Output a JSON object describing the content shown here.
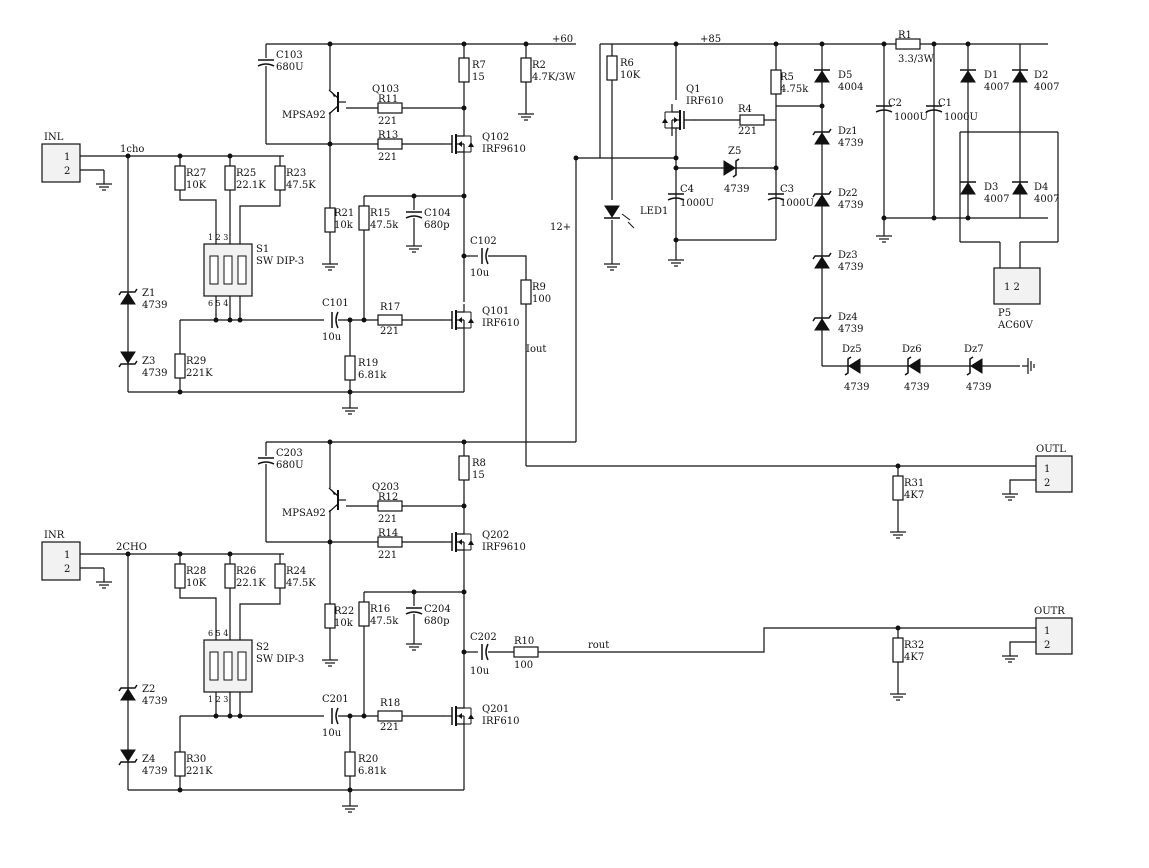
{
  "rails": {
    "v60": "+60",
    "v85": "+85",
    "v12": "12+"
  },
  "connectors": {
    "inl": {
      "label": "INL",
      "pin1": "1",
      "pin2": "2"
    },
    "inr": {
      "label": "INR",
      "pin1": "1",
      "pin2": "2"
    },
    "outl": {
      "label": "OUTL",
      "pin1": "1",
      "pin2": "2"
    },
    "outr": {
      "label": "OUTR",
      "pin1": "1",
      "pin2": "2"
    },
    "p5": {
      "label": "P5",
      "value": "AC60V",
      "pins": "1  2"
    }
  },
  "nets": {
    "ch1": "1cho",
    "ch2": "2CHO",
    "iout": "Iout",
    "rout": "rout"
  },
  "left": {
    "c103": {
      "name": "C103",
      "value": "680U"
    },
    "q103": {
      "name": "Q103",
      "value": "MPSA92"
    },
    "r11": {
      "name": "R11",
      "value": "221"
    },
    "r13": {
      "name": "R13",
      "value": "221"
    },
    "q102": {
      "name": "Q102",
      "value": "IRF9610"
    },
    "r7": {
      "name": "R7",
      "value": "15"
    },
    "r2": {
      "name": "R2",
      "value": "4.7K/3W"
    },
    "r27": {
      "name": "R27",
      "value": "10K"
    },
    "r25": {
      "name": "R25",
      "value": "22.1K"
    },
    "r23": {
      "name": "R23",
      "value": "47.5K"
    },
    "s1": {
      "name": "S1",
      "value": "SW DIP-3",
      "top": "1 2 3",
      "bottom": "6 5 4"
    },
    "r21": {
      "name": "R21",
      "value": "10k"
    },
    "r15": {
      "name": "R15",
      "value": "47.5k"
    },
    "c104": {
      "name": "C104",
      "value": "680p"
    },
    "c102": {
      "name": "C102",
      "value": "10u"
    },
    "r9": {
      "name": "R9",
      "value": "100"
    },
    "c101": {
      "name": "C101",
      "value": "10u"
    },
    "r17": {
      "name": "R17",
      "value": "221"
    },
    "q101": {
      "name": "Q101",
      "value": "IRF610"
    },
    "z1": {
      "name": "Z1",
      "value": "4739"
    },
    "z3": {
      "name": "Z3",
      "value": "4739"
    },
    "r29": {
      "name": "R29",
      "value": "221K"
    },
    "r19": {
      "name": "R19",
      "value": "6.81k"
    }
  },
  "right": {
    "c203": {
      "name": "C203",
      "value": "680U"
    },
    "q203": {
      "name": "Q203",
      "value": "MPSA92"
    },
    "r12": {
      "name": "R12",
      "value": "221"
    },
    "r14": {
      "name": "R14",
      "value": "221"
    },
    "q202": {
      "name": "Q202",
      "value": "IRF9610"
    },
    "r8": {
      "name": "R8",
      "value": "15"
    },
    "r28": {
      "name": "R28",
      "value": "10K"
    },
    "r26": {
      "name": "R26",
      "value": "22.1K"
    },
    "r24": {
      "name": "R24",
      "value": "47.5K"
    },
    "s2": {
      "name": "S2",
      "value": "SW DIP-3",
      "top": "6 5 4",
      "bottom": "1 2 3"
    },
    "r22": {
      "name": "R22",
      "value": "10k"
    },
    "r16": {
      "name": "R16",
      "value": "47.5k"
    },
    "c204": {
      "name": "C204",
      "value": "680p"
    },
    "c202": {
      "name": "C202",
      "value": "10u"
    },
    "r10": {
      "name": "R10",
      "value": "100"
    },
    "c201": {
      "name": "C201",
      "value": "10u"
    },
    "r18": {
      "name": "R18",
      "value": "221"
    },
    "q201": {
      "name": "Q201",
      "value": "IRF610"
    },
    "z2": {
      "name": "Z2",
      "value": "4739"
    },
    "z4": {
      "name": "Z4",
      "value": "4739"
    },
    "r30": {
      "name": "R30",
      "value": "221K"
    },
    "r20": {
      "name": "R20",
      "value": "6.81k"
    },
    "r31": {
      "name": "R31",
      "value": "4K7"
    },
    "r32": {
      "name": "R32",
      "value": "4K7"
    }
  },
  "psu": {
    "r6": {
      "name": "R6",
      "value": "10K"
    },
    "q1": {
      "name": "Q1",
      "value": "IRF610"
    },
    "r4": {
      "name": "R4",
      "value": "221"
    },
    "r5": {
      "name": "R5",
      "value": "4.75k"
    },
    "d5": {
      "name": "D5",
      "value": "4004"
    },
    "z5": {
      "name": "Z5",
      "value": "4739"
    },
    "c4": {
      "name": "C4",
      "value": "1000U"
    },
    "c3": {
      "name": "C3",
      "value": "1000U"
    },
    "led1": {
      "name": "LED1"
    },
    "r1": {
      "name": "R1",
      "value": "3.3/3W"
    },
    "c2": {
      "name": "C2",
      "value": "1000U"
    },
    "c1": {
      "name": "C1",
      "value": "1000U"
    },
    "d1": {
      "name": "D1",
      "value": "4007"
    },
    "d2": {
      "name": "D2",
      "value": "4007"
    },
    "d3": {
      "name": "D3",
      "value": "4007"
    },
    "d4": {
      "name": "D4",
      "value": "4007"
    },
    "dz1": {
      "name": "Dz1",
      "value": "4739"
    },
    "dz2": {
      "name": "Dz2",
      "value": "4739"
    },
    "dz3": {
      "name": "Dz3",
      "value": "4739"
    },
    "dz4": {
      "name": "Dz4",
      "value": "4739"
    },
    "dz5": {
      "name": "Dz5",
      "value": "4739"
    },
    "dz6": {
      "name": "Dz6",
      "value": "4739"
    },
    "dz7": {
      "name": "Dz7",
      "value": "4739"
    }
  }
}
